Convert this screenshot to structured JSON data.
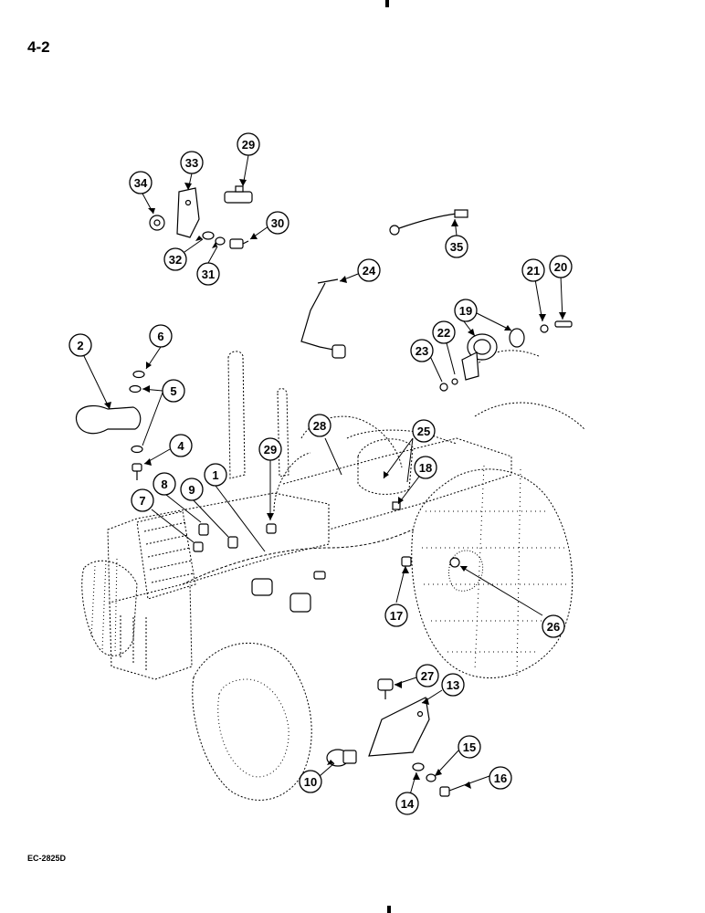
{
  "page_number": "4-2",
  "figure_code": "EC-2825D",
  "callouts": [
    {
      "id": "c34",
      "label": "34"
    },
    {
      "id": "c33",
      "label": "33"
    },
    {
      "id": "c29a",
      "label": "29"
    },
    {
      "id": "c30",
      "label": "30"
    },
    {
      "id": "c32",
      "label": "32"
    },
    {
      "id": "c31",
      "label": "31"
    },
    {
      "id": "c35",
      "label": "35"
    },
    {
      "id": "c24",
      "label": "24"
    },
    {
      "id": "c21",
      "label": "21"
    },
    {
      "id": "c20",
      "label": "20"
    },
    {
      "id": "c19",
      "label": "19"
    },
    {
      "id": "c22",
      "label": "22"
    },
    {
      "id": "c23",
      "label": "23"
    },
    {
      "id": "c2",
      "label": "2"
    },
    {
      "id": "c6",
      "label": "6"
    },
    {
      "id": "c5",
      "label": "5"
    },
    {
      "id": "c4",
      "label": "4"
    },
    {
      "id": "c28",
      "label": "28"
    },
    {
      "id": "c25",
      "label": "25"
    },
    {
      "id": "c29b",
      "label": "29"
    },
    {
      "id": "c18",
      "label": "18"
    },
    {
      "id": "c1",
      "label": "1"
    },
    {
      "id": "c8",
      "label": "8"
    },
    {
      "id": "c9",
      "label": "9"
    },
    {
      "id": "c7",
      "label": "7"
    },
    {
      "id": "c17",
      "label": "17"
    },
    {
      "id": "c26",
      "label": "26"
    },
    {
      "id": "c27",
      "label": "27"
    },
    {
      "id": "c13",
      "label": "13"
    },
    {
      "id": "c15",
      "label": "15"
    },
    {
      "id": "c16",
      "label": "16"
    },
    {
      "id": "c10",
      "label": "10"
    },
    {
      "id": "c14",
      "label": "14"
    }
  ]
}
